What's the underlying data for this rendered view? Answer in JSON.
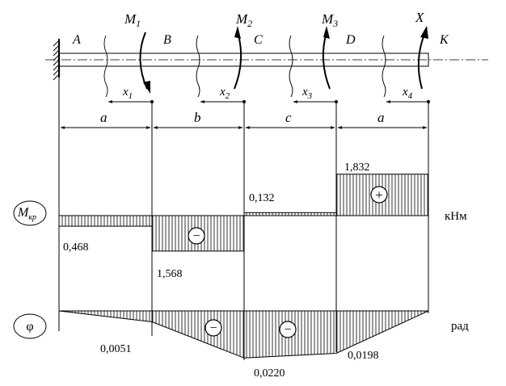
{
  "points": {
    "A": "A",
    "B": "B",
    "C": "C",
    "D": "D",
    "K": "K"
  },
  "moments": {
    "m1": {
      "base": "M",
      "sub": "1"
    },
    "m2": {
      "base": "M",
      "sub": "2"
    },
    "m3": {
      "base": "M",
      "sub": "3"
    },
    "x": {
      "base": "X",
      "sub": ""
    }
  },
  "sections": [
    {
      "base": "x",
      "sub": "1"
    },
    {
      "base": "x",
      "sub": "2"
    },
    {
      "base": "x",
      "sub": "3"
    },
    {
      "base": "x",
      "sub": "4"
    }
  ],
  "lengths": [
    "a",
    "b",
    "c",
    "a"
  ],
  "torque": {
    "label_base": "M",
    "label_sub": "кр",
    "unit": "кНм",
    "values": [
      "0,468",
      "1,568",
      "0,132",
      "1,832"
    ],
    "magnitudes": [
      -0.468,
      -1.568,
      0.132,
      1.832
    ],
    "sign_negative": "−",
    "sign_positive": "+"
  },
  "twist": {
    "label": "φ",
    "unit": "рад",
    "values": [
      "0,0051",
      "0,0220",
      "0,0198"
    ],
    "magnitudes": [
      0,
      -0.0051,
      -0.022,
      -0.0198,
      0
    ],
    "sign_negative": "−"
  }
}
